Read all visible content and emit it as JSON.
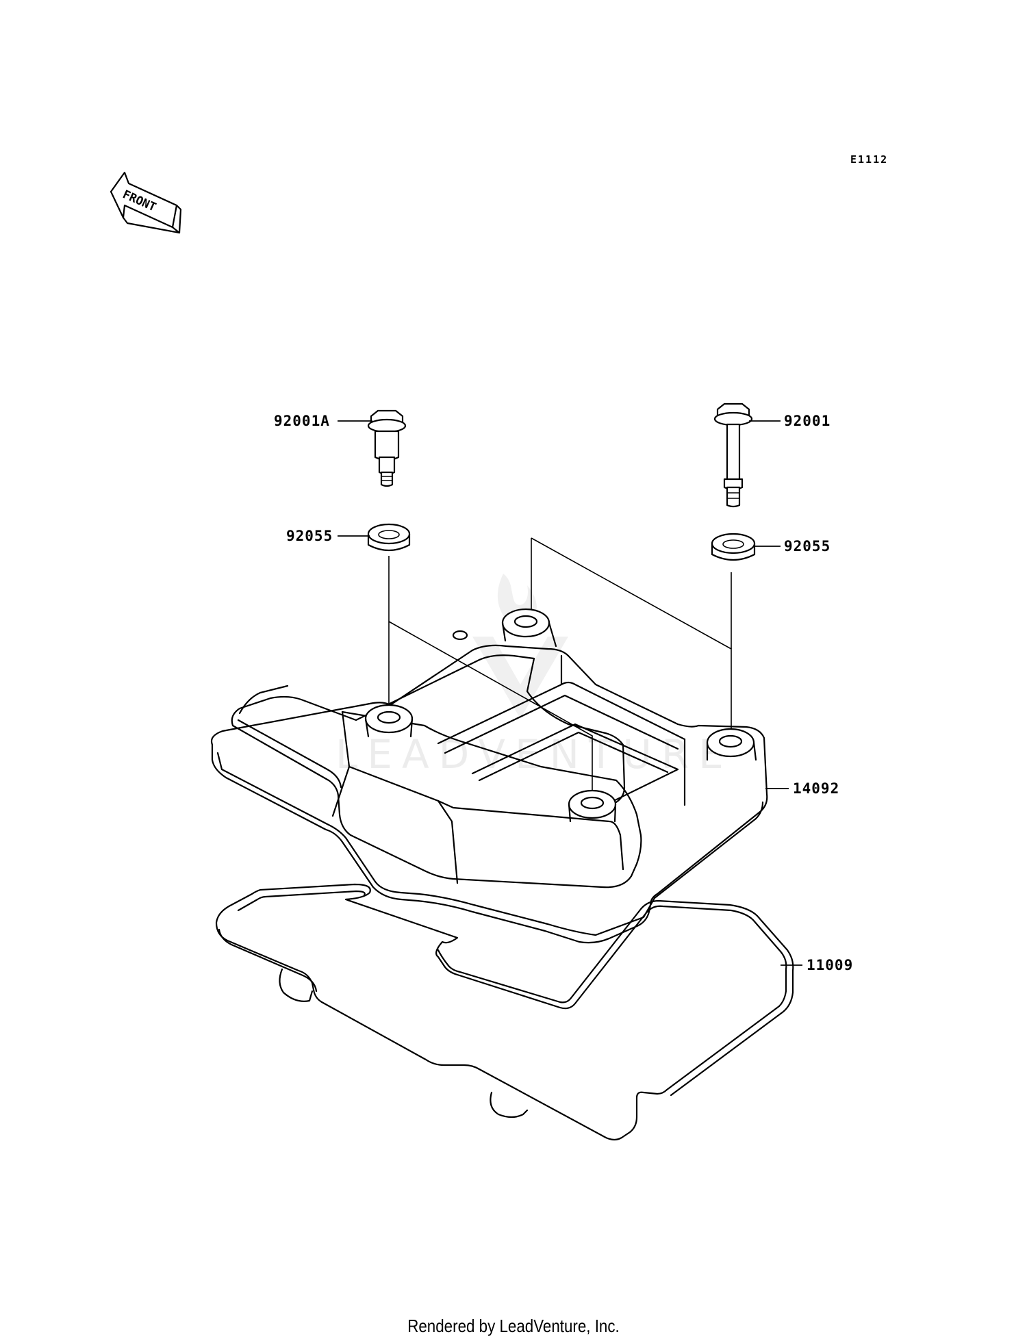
{
  "diagram_code": "E1112",
  "front_label": "FRONT",
  "watermark": "LEADVENTURE",
  "footer": "Rendered by LeadVenture, Inc.",
  "parts": {
    "bolt_a": "92001A",
    "bolt": "92001",
    "washer_left": "92055",
    "washer_right": "92055",
    "cover": "14092",
    "gasket": "11009"
  }
}
